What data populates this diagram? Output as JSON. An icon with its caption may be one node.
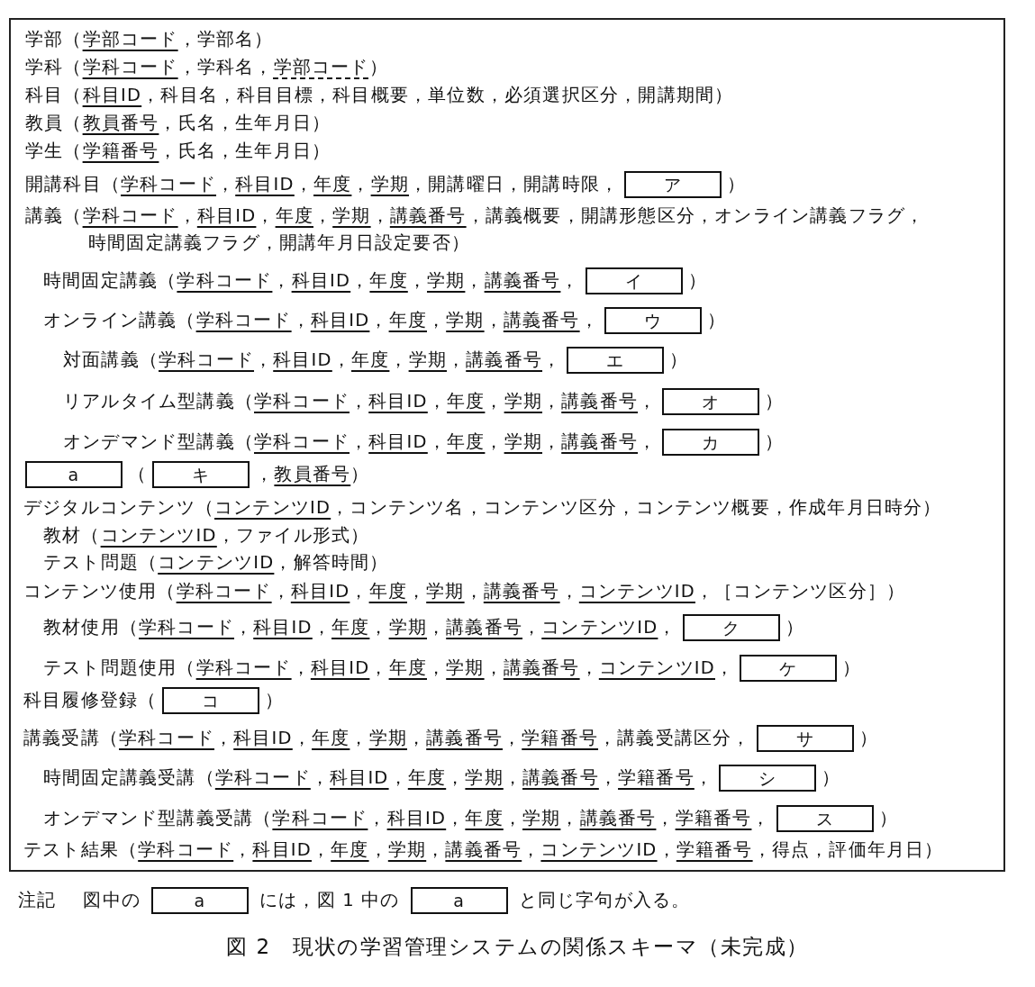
{
  "diagram": {
    "caption": "図 2　現状の学習管理システムの関係スキーマ（未完成）",
    "nodes": [
      {
        "text": [
          "学部（学部コード，学部名）",
          "学科（学科コード，学科名，学部コード）",
          "科目（科目ID，科目名，科目目標，科目概要，単位数，必須選択区分，開講期間）",
          "教員（教員番号，氏名，生年月日）",
          "学生（学籍番号，氏名，生年月日）",
          "開講科目（学科コード，科目ID，年度，学期，開講曜日，開講時限，",
          "）",
          "講義（学科コード，科目ID，年度，学期，講義番号，講義概要，開講形態区分，オンライン講義フラグ，",
          "時間固定講義フラグ，開講年月日設定要否）",
          "時間固定講義（学科コード，科目ID，年度，学期，講義番号，",
          "）",
          "オンライン講義（学科コード，科目ID，年度，学期，講義番号，",
          "）",
          "対面講義（学科コード，科目ID，年度，学期，講義番号，",
          "）",
          "リアルタイム型講義（学科コード，科目ID，年度，学期，講義番号，",
          "）",
          "オンデマンド型講義（学科コード，科目ID，年度，学期，講義番号，",
          "）",
          "（",
          "，教員番号）",
          "デジタルコンテンツ（コンテンツID，コンテンツ名，コンテンツ区分，コンテンツ概要，作成年月日時分）",
          "教材（コンテンツID，ファイル形式）",
          "テスト問題（コンテンツID，解答時間）",
          "コンテンツ使用（学科コード，科目ID，年度，学期，講義番号，コンテンツID，［コンテンツ区分］）",
          "教材使用（学科コード，科目ID，年度，学期，講義番号，コンテンツID，",
          "）",
          "テスト問題使用（学科コード，科目ID，年度，学期，講義番号，コンテンツID，",
          "）",
          "科目履修登録（",
          "）",
          "講義受講（学科コード，科目ID，年度，学期，講義番号，学籍番号，講義受講区分，",
          "）",
          "時間固定講義受講（学科コード，科目ID，年度，学期，講義番号，学籍番号，",
          "）",
          "オンデマンド型講義受講（学科コード，科目ID，年度，学期，講義番号，学籍番号，",
          "）",
          "テスト結果（学科コード，科目ID，年度，学期，講義番号，コンテンツID，学籍番号，得点，評価年月日）"
        ]
      },
      {
        "text": [
          "ア"
        ],
        "in": 0
      },
      {
        "text": [
          "イ"
        ],
        "in": 0
      },
      {
        "text": [
          "ウ"
        ],
        "in": 0
      },
      {
        "text": [
          "エ"
        ],
        "in": 0
      },
      {
        "text": [
          "オ"
        ],
        "in": 0
      },
      {
        "text": [
          "カ"
        ],
        "in": 0
      },
      {
        "text": [
          "a"
        ],
        "in": 0
      },
      {
        "text": [
          "キ"
        ],
        "in": 0
      },
      {
        "text": [
          "ク"
        ],
        "in": 0
      },
      {
        "text": [
          "ケ"
        ],
        "in": 0
      },
      {
        "text": [
          "コ"
        ],
        "in": 0
      },
      {
        "text": [
          "サ"
        ],
        "in": 0
      },
      {
        "text": [
          "シ"
        ],
        "in": 0
      },
      {
        "text": [
          "ス"
        ],
        "in": 0
      },
      {
        "text": [
          "a"
        ]
      },
      {
        "text": [
          "a"
        ]
      }
    ],
    "labels": [
      "注記",
      "図中の",
      "には，図 1 中の",
      "と同じ字句が入る。"
    ]
  }
}
